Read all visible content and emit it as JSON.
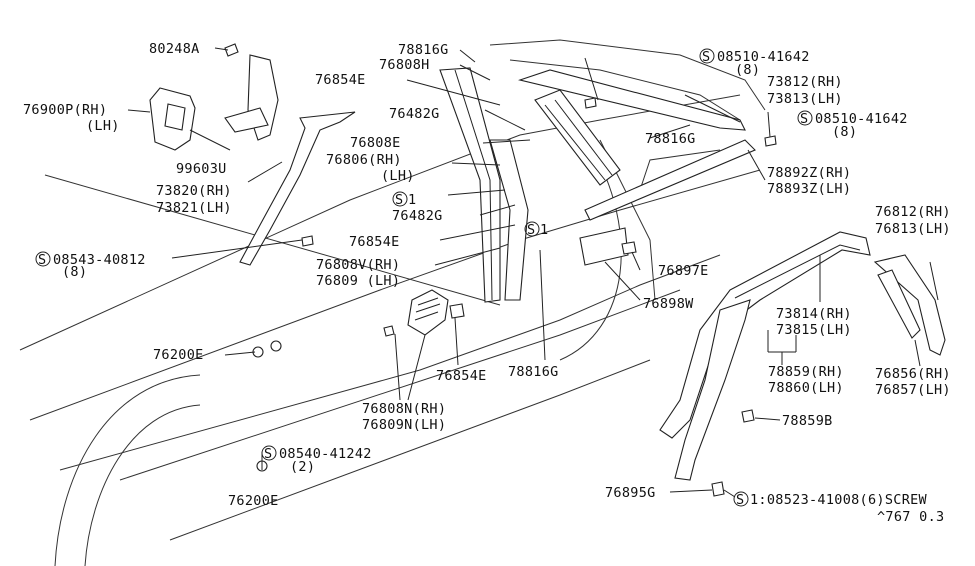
{
  "labels": {
    "p80248A": "80248A",
    "p76900P_rh": "76900P(RH)",
    "p76900P_lh": "(LH)",
    "p99603U": "99603U",
    "p73820": "73820(RH)",
    "p73821": "73821(LH)",
    "p08543": "08543-40812",
    "p08543_qty": "(8)",
    "p76200E_a": "76200E",
    "p78816G_top": "78816G",
    "p76808H": "76808H",
    "p76854E_top": "76854E",
    "p76482G_top": "76482G",
    "p76808E": "76808E",
    "p76806": "76806(RH)",
    "p76806_lh": "(LH)",
    "s1_a": "1",
    "p76482G_b": "76482G",
    "p76854E_mid": "76854E",
    "p76808V": "76808V(RH)",
    "p76809": "76809  (LH)",
    "s1_b": "1",
    "p08510_a": "08510-41642",
    "p08510_a_qty": "(8)",
    "p73812": "73812(RH)",
    "p73813": "73813(LH)",
    "p08510_b": "08510-41642",
    "p08510_b_qty": "(8)",
    "p78816G_mid": "78816G",
    "p78892Z": "78892Z(RH)",
    "p78893Z": "78893Z(LH)",
    "p76812": "76812(RH)",
    "p76813": "76813(LH)",
    "p76897E": "76897E",
    "p76898W": "76898W",
    "p73814": "73814(RH)",
    "p73815": "73815(LH)",
    "p78859": "78859(RH)",
    "p78860": "78860(LH)",
    "p76856": "76856(RH)",
    "p76857": "76857(LH)",
    "p78859B": "78859B",
    "p76854E_low": "76854E",
    "p78816G_low": "78816G",
    "p76808N": "76808N(RH)",
    "p76809N": "76809N(LH)",
    "p08540": "08540-41242",
    "p08540_qty": "(2)",
    "p76200E_b": "76200E",
    "p76895G": "76895G",
    "p08523": "1:08523-41008(6)SCREW",
    "ref": "^767 0.3"
  },
  "symbols": {
    "screw_circle": "S"
  }
}
